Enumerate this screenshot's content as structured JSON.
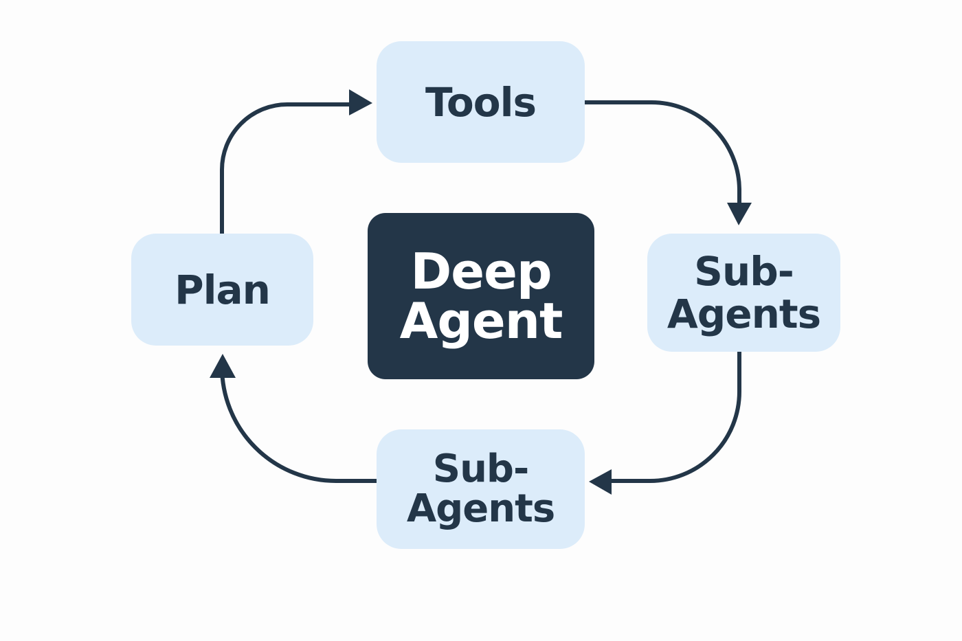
{
  "colors": {
    "background": "#fdfdfd",
    "node_fill": "#dcecfa",
    "center_fill": "#233648",
    "text_dark": "#233648",
    "text_light": "#ffffff",
    "arrow": "#233648"
  },
  "center": {
    "line1": "Deep",
    "line2": "Agent"
  },
  "nodes": {
    "tools": {
      "label": "Tools"
    },
    "plan": {
      "label": "Plan"
    },
    "right": {
      "line1": "Sub-",
      "line2": "Agents"
    },
    "bottom": {
      "line1": "Sub-",
      "line2": "Agents"
    }
  },
  "edges": [
    {
      "from": "Plan",
      "to": "Tools"
    },
    {
      "from": "Tools",
      "to": "Sub-Agents (right)"
    },
    {
      "from": "Sub-Agents (right)",
      "to": "Sub-Agents (bottom)"
    },
    {
      "from": "Sub-Agents (bottom)",
      "to": "Plan"
    }
  ]
}
